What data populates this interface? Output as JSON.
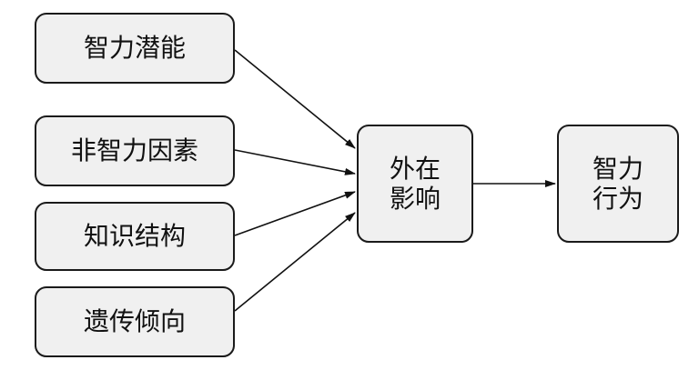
{
  "nodes": {
    "intellectual_potential": "智力潜能",
    "non_intellectual_factors": "非智力因素",
    "knowledge_structure": "知识结构",
    "genetic_tendency": "遗传倾向",
    "external_influence": {
      "line1": "外在",
      "line2": "影响"
    },
    "intellectual_behavior": {
      "line1": "智力",
      "line2": "行为"
    }
  },
  "edges": [
    {
      "from": "intellectual_potential",
      "to": "external_influence"
    },
    {
      "from": "non_intellectual_factors",
      "to": "external_influence"
    },
    {
      "from": "knowledge_structure",
      "to": "external_influence"
    },
    {
      "from": "genetic_tendency",
      "to": "external_influence"
    },
    {
      "from": "external_influence",
      "to": "intellectual_behavior"
    }
  ],
  "colors": {
    "node_fill": "#f0f0f0",
    "node_border": "#1a1a1a",
    "edge": "#111111",
    "text": "#111111"
  }
}
